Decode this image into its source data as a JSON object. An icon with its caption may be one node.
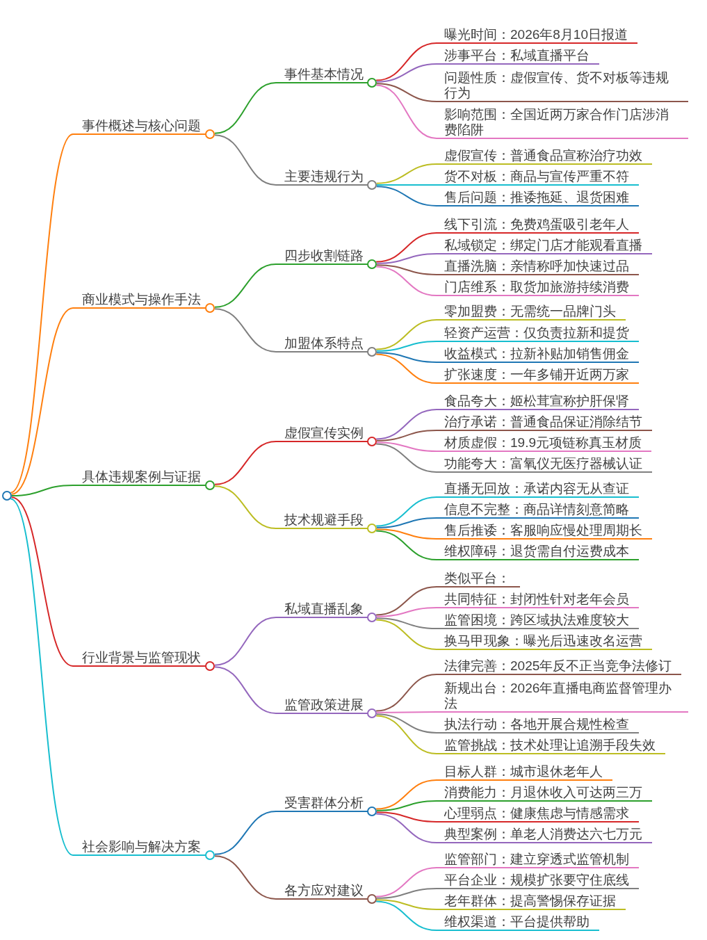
{
  "diagram": {
    "nodes": [
      {
        "text": [],
        "shape": "circle"
      },
      {
        "text": [
          "事件概述与核心问题"
        ]
      },
      {
        "text": [
          "事件基本情况"
        ]
      },
      {
        "text": [
          "曝光时间：2026年8月10日报道"
        ]
      },
      {
        "text": [
          "涉事平台：私域直播平台"
        ]
      },
      {
        "text": [
          "问题性质：虚假宣传、货不对板等违规行为"
        ]
      },
      {
        "text": [
          "影响范围：全国近两万家合作门店涉消费陷阱"
        ]
      },
      {
        "text": [
          "主要违规行为"
        ]
      },
      {
        "text": [
          "虚假宣传：普通食品宣称治疗功效"
        ]
      },
      {
        "text": [
          "货不对板：商品与宣传严重不符"
        ]
      },
      {
        "text": [
          "售后问题：推诿拖延、退货困难"
        ]
      },
      {
        "text": [
          "商业模式与操作手法"
        ]
      },
      {
        "text": [
          "四步收割链路"
        ]
      },
      {
        "text": [
          "线下引流：免费鸡蛋吸引老年人"
        ]
      },
      {
        "text": [
          "私域锁定：绑定门店才能观看直播"
        ]
      },
      {
        "text": [
          "直播洗脑：亲情称呼加快速过品"
        ]
      },
      {
        "text": [
          "门店维系：取货加旅游持续消费"
        ]
      },
      {
        "text": [
          "加盟体系特点"
        ]
      },
      {
        "text": [
          "零加盟费：无需统一品牌门头"
        ]
      },
      {
        "text": [
          "轻资产运营：仅负责拉新和提货"
        ]
      },
      {
        "text": [
          "收益模式：拉新补贴加销售佣金"
        ]
      },
      {
        "text": [
          "扩张速度：一年多铺开近两万家"
        ]
      },
      {
        "text": [
          "具体违规案例与证据"
        ]
      },
      {
        "text": [
          "虚假宣传实例"
        ]
      },
      {
        "text": [
          "食品夸大：姬松茸宣称护肝保肾"
        ]
      },
      {
        "text": [
          "治疗承诺：普通食品保证消除结节"
        ]
      },
      {
        "text": [
          "材质虚假：19.9元项链称真玉材质"
        ]
      },
      {
        "text": [
          "功能夸大：富氧仪无医疗器械认证"
        ]
      },
      {
        "text": [
          "技术规避手段"
        ]
      },
      {
        "text": [
          "直播无回放：承诺内容无从查证"
        ]
      },
      {
        "text": [
          "信息不完整：商品详情刻意简略"
        ]
      },
      {
        "text": [
          "售后推诿：客服响应慢处理周期长"
        ]
      },
      {
        "text": [
          "维权障碍：退货需自付运费成本"
        ]
      },
      {
        "text": [
          "行业背景与监管现状"
        ]
      },
      {
        "text": [
          "私域直播乱象"
        ]
      },
      {
        "text": [
          "类似平台："
        ]
      },
      {
        "text": [
          "共同特征：封闭性针对老年会员"
        ]
      },
      {
        "text": [
          "监管困境：跨区域执法难度较大"
        ]
      },
      {
        "text": [
          "换马甲现象：曝光后迅速改名运营"
        ]
      },
      {
        "text": [
          "监管政策进展"
        ]
      },
      {
        "text": [
          "法律完善：2025年反不正当竞争法修订"
        ]
      },
      {
        "text": [
          "新规出台：2026年直播电商监督管理办法"
        ]
      },
      {
        "text": [
          "执法行动：各地开展合规性检查"
        ]
      },
      {
        "text": [
          "监管挑战：技术处理让追溯手段失效"
        ]
      },
      {
        "text": [
          "社会影响与解决方案"
        ]
      },
      {
        "text": [
          "受害群体分析"
        ]
      },
      {
        "text": [
          "目标人群：城市退休老年人"
        ]
      },
      {
        "text": [
          "消费能力：月退休收入可达两三万"
        ]
      },
      {
        "text": [
          "心理弱点：健康焦虑与情感需求"
        ]
      },
      {
        "text": [
          "典型案例：单老人消费达六七万元"
        ]
      },
      {
        "text": [
          "各方应对建议"
        ]
      },
      {
        "text": [
          "监管部门：建立穿透式监管机制"
        ]
      },
      {
        "text": [
          "平台企业：规模扩张要守住底线"
        ]
      },
      {
        "text": [
          "老年群体：提高警惕保存证据"
        ]
      },
      {
        "text": [
          "维权渠道：平台提供帮助"
        ]
      }
    ],
    "edges": [
      {
        "from": 0,
        "to": 1,
        "arrow": "none",
        "color": "#ff7f0e"
      },
      {
        "from": 1,
        "to": 2,
        "arrow": "none",
        "color": "#2ca02c"
      },
      {
        "from": 2,
        "to": 3,
        "arrow": "none",
        "color": "#d62728"
      },
      {
        "from": 2,
        "to": 4,
        "arrow": "none",
        "color": "#9467bd"
      },
      {
        "from": 2,
        "to": 5,
        "arrow": "none",
        "color": "#8c564b"
      },
      {
        "from": 2,
        "to": 6,
        "arrow": "none",
        "color": "#e377c2"
      },
      {
        "from": 1,
        "to": 7,
        "arrow": "none",
        "color": "#7f7f7f"
      },
      {
        "from": 7,
        "to": 8,
        "arrow": "none",
        "color": "#bcbd22"
      },
      {
        "from": 7,
        "to": 9,
        "arrow": "none",
        "color": "#17becf"
      },
      {
        "from": 7,
        "to": 10,
        "arrow": "none",
        "color": "#1f77b4"
      },
      {
        "from": 0,
        "to": 11,
        "arrow": "none",
        "color": "#ff7f0e"
      },
      {
        "from": 11,
        "to": 12,
        "arrow": "none",
        "color": "#2ca02c"
      },
      {
        "from": 12,
        "to": 13,
        "arrow": "none",
        "color": "#d62728"
      },
      {
        "from": 12,
        "to": 14,
        "arrow": "none",
        "color": "#9467bd"
      },
      {
        "from": 12,
        "to": 15,
        "arrow": "none",
        "color": "#8c564b"
      },
      {
        "from": 12,
        "to": 16,
        "arrow": "none",
        "color": "#e377c2"
      },
      {
        "from": 11,
        "to": 17,
        "arrow": "none",
        "color": "#7f7f7f"
      },
      {
        "from": 17,
        "to": 18,
        "arrow": "none",
        "color": "#bcbd22"
      },
      {
        "from": 17,
        "to": 19,
        "arrow": "none",
        "color": "#17becf"
      },
      {
        "from": 17,
        "to": 20,
        "arrow": "none",
        "color": "#1f77b4"
      },
      {
        "from": 17,
        "to": 21,
        "arrow": "none",
        "color": "#ff7f0e"
      },
      {
        "from": 0,
        "to": 22,
        "arrow": "none",
        "color": "#2ca02c"
      },
      {
        "from": 22,
        "to": 23,
        "arrow": "none",
        "color": "#d62728"
      },
      {
        "from": 23,
        "to": 24,
        "arrow": "none",
        "color": "#9467bd"
      },
      {
        "from": 23,
        "to": 25,
        "arrow": "none",
        "color": "#8c564b"
      },
      {
        "from": 23,
        "to": 26,
        "arrow": "none",
        "color": "#e377c2"
      },
      {
        "from": 23,
        "to": 27,
        "arrow": "none",
        "color": "#7f7f7f"
      },
      {
        "from": 22,
        "to": 28,
        "arrow": "none",
        "color": "#bcbd22"
      },
      {
        "from": 28,
        "to": 29,
        "arrow": "none",
        "color": "#17becf"
      },
      {
        "from": 28,
        "to": 30,
        "arrow": "none",
        "color": "#1f77b4"
      },
      {
        "from": 28,
        "to": 31,
        "arrow": "none",
        "color": "#ff7f0e"
      },
      {
        "from": 28,
        "to": 32,
        "arrow": "none",
        "color": "#2ca02c"
      },
      {
        "from": 0,
        "to": 33,
        "arrow": "none",
        "color": "#d62728"
      },
      {
        "from": 33,
        "to": 34,
        "arrow": "none",
        "color": "#9467bd"
      },
      {
        "from": 34,
        "to": 35,
        "arrow": "none",
        "color": "#8c564b"
      },
      {
        "from": 34,
        "to": 36,
        "arrow": "none",
        "color": "#e377c2"
      },
      {
        "from": 34,
        "to": 37,
        "arrow": "none",
        "color": "#7f7f7f"
      },
      {
        "from": 34,
        "to": 38,
        "arrow": "none",
        "color": "#bcbd22"
      },
      {
        "from": 33,
        "to": 39,
        "arrow": "none",
        "color": "#9467bd"
      },
      {
        "from": 39,
        "to": 40,
        "arrow": "none",
        "color": "#8c564b"
      },
      {
        "from": 39,
        "to": 41,
        "arrow": "none",
        "color": "#e377c2"
      },
      {
        "from": 39,
        "to": 42,
        "arrow": "none",
        "color": "#7f7f7f"
      },
      {
        "from": 39,
        "to": 43,
        "arrow": "none",
        "color": "#bcbd22"
      },
      {
        "from": 0,
        "to": 44,
        "arrow": "none",
        "color": "#17becf"
      },
      {
        "from": 44,
        "to": 45,
        "arrow": "none",
        "color": "#1f77b4"
      },
      {
        "from": 45,
        "to": 46,
        "arrow": "none",
        "color": "#ff7f0e"
      },
      {
        "from": 45,
        "to": 47,
        "arrow": "none",
        "color": "#2ca02c"
      },
      {
        "from": 45,
        "to": 48,
        "arrow": "none",
        "color": "#d62728"
      },
      {
        "from": 45,
        "to": 49,
        "arrow": "none",
        "color": "#9467bd"
      },
      {
        "from": 44,
        "to": 50,
        "arrow": "none",
        "color": "#8c564b"
      },
      {
        "from": 50,
        "to": 51,
        "arrow": "none",
        "color": "#e377c2"
      },
      {
        "from": 50,
        "to": 52,
        "arrow": "none",
        "color": "#7f7f7f"
      },
      {
        "from": 50,
        "to": 53,
        "arrow": "none",
        "color": "#bcbd22"
      },
      {
        "from": 50,
        "to": 54,
        "arrow": "none",
        "color": "#17becf"
      }
    ]
  }
}
